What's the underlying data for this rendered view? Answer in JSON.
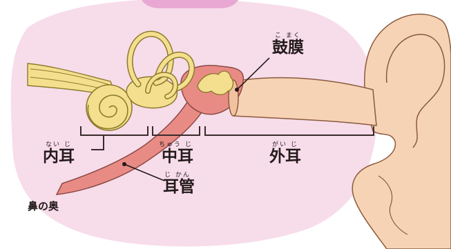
{
  "labels": {
    "eardrum": {
      "text": "鼓膜",
      "ruby": "こ まく"
    },
    "inner_ear": {
      "text": "内耳",
      "ruby": "ない じ"
    },
    "middle_ear": {
      "text": "中耳",
      "ruby": "ちゅう じ"
    },
    "outer_ear": {
      "text": "外耳",
      "ruby": "がい じ"
    },
    "eustachian_tube": {
      "text": "耳管",
      "ruby": "じ かん"
    },
    "back_of_nose": {
      "text": "鼻の奥"
    }
  },
  "colors": {
    "background_blob": "#f7dcea",
    "top_tab": "#e9a8d3",
    "corner_blob": "#e7b6e6",
    "skin": "#f6d3b5",
    "skin_outline": "#8a5a3c",
    "labyrinth": "#f3df8e",
    "labyrinth_outline": "#8c7a2c",
    "tube": "#e98b85",
    "bracket": "#3a2a2a"
  }
}
